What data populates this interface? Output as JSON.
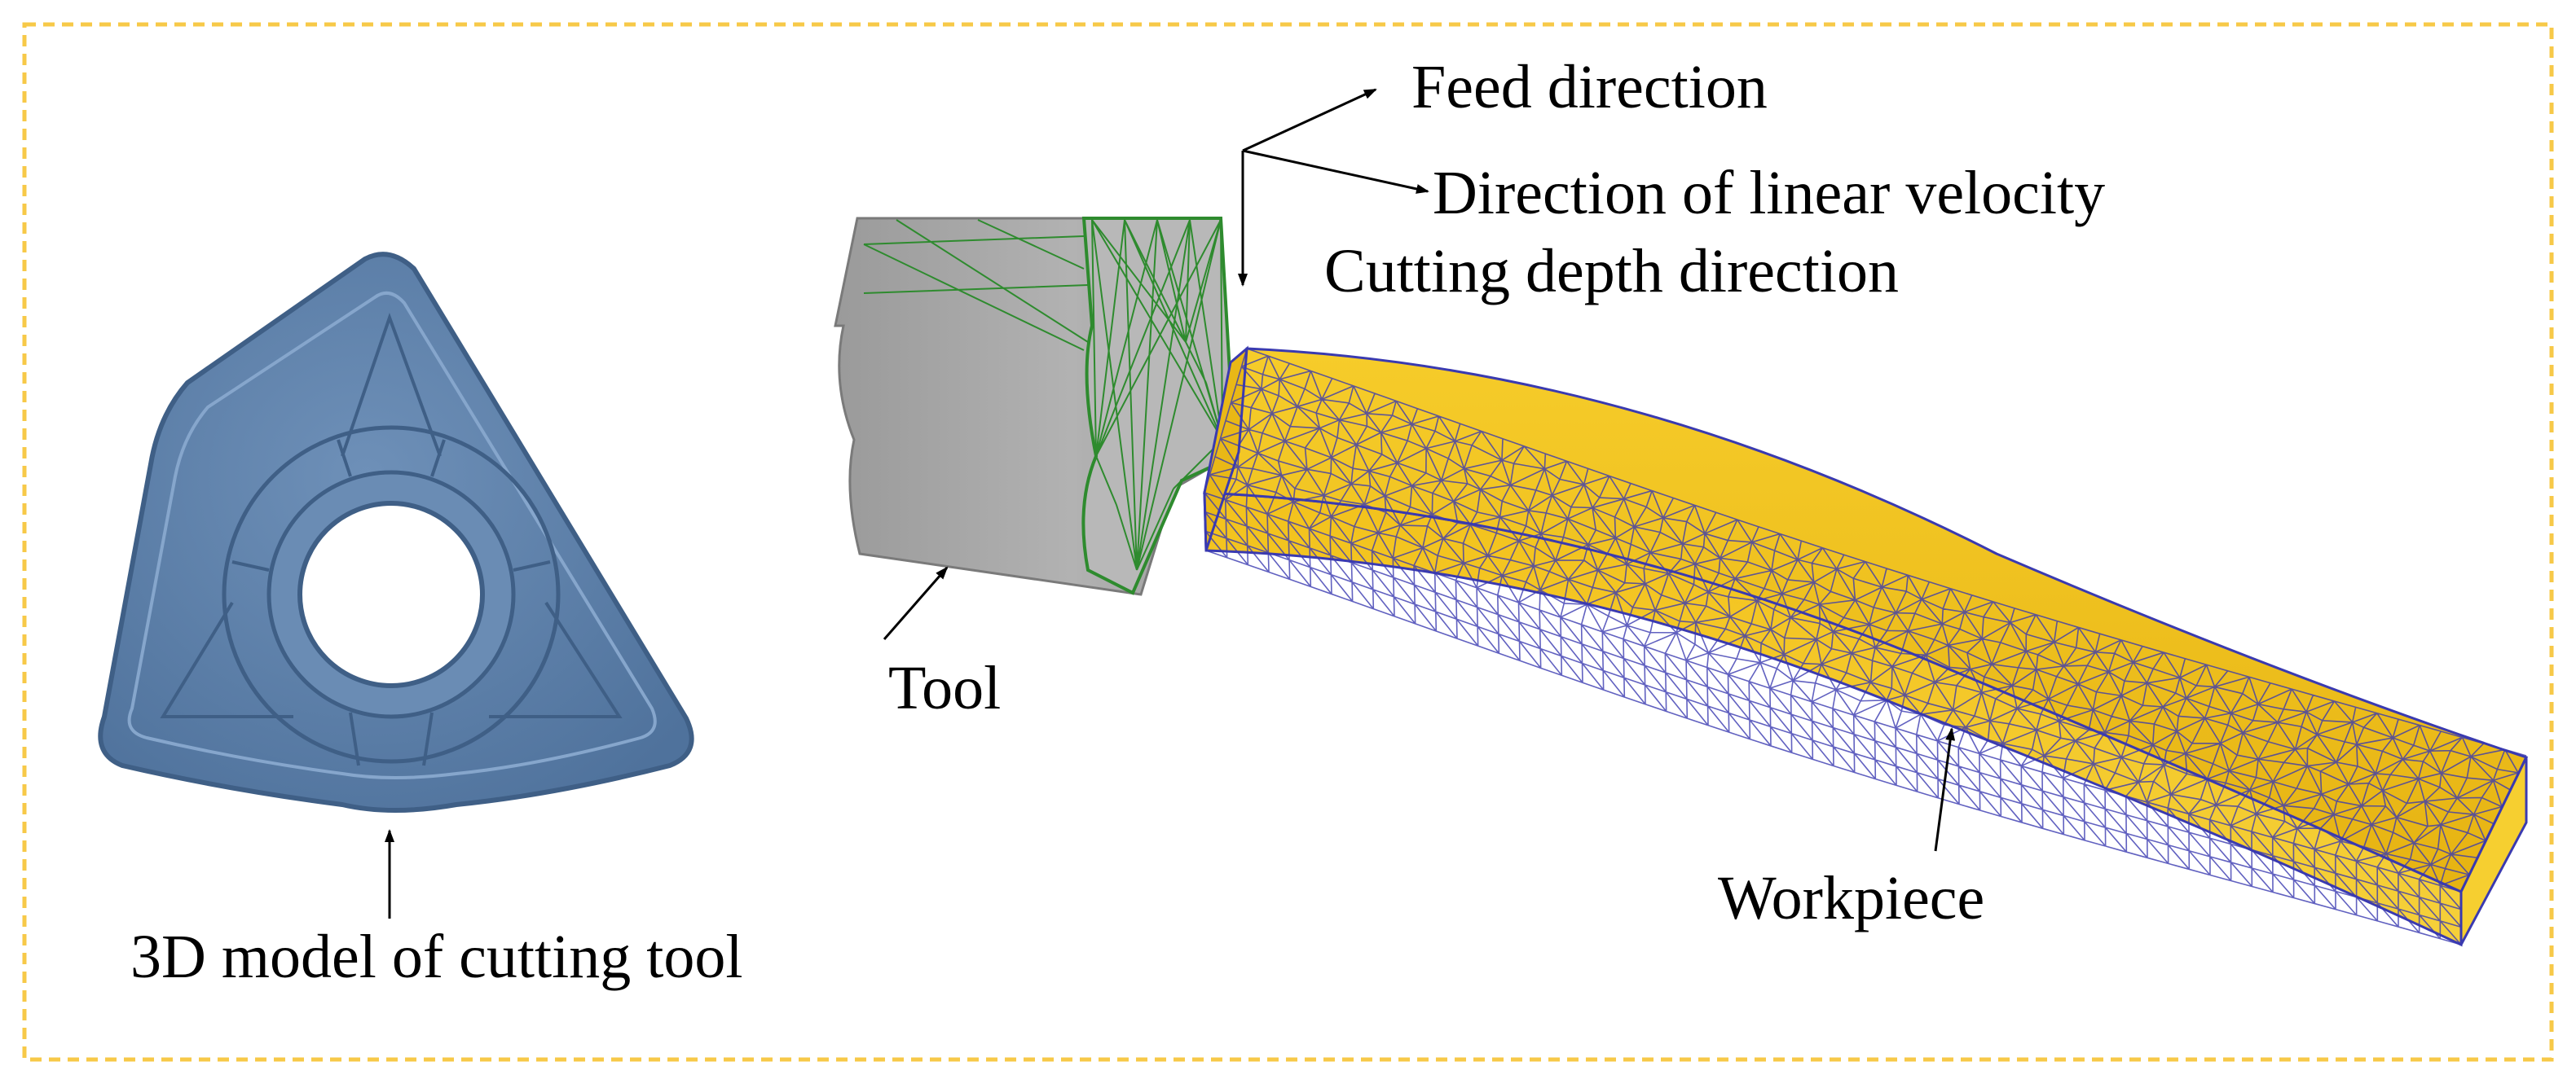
{
  "labels": {
    "insert": "3D model of cutting tool",
    "tool": "Tool",
    "workpiece": "Workpiece",
    "feed": "Feed direction",
    "linear_velocity": "Direction of linear velocity",
    "cutting_depth": "Cutting depth direction"
  },
  "colors": {
    "frame": "#f7c948",
    "insert": "#5b7ea8",
    "insert_dark": "#3f5f86",
    "insert_light": "#8fb0d6",
    "tool_body": "#a4a4a4",
    "tool_mesh": "#2e8b2e",
    "workpiece": "#f2c21a",
    "workpiece_mesh": "#3a3ab0",
    "text": "#000000"
  }
}
